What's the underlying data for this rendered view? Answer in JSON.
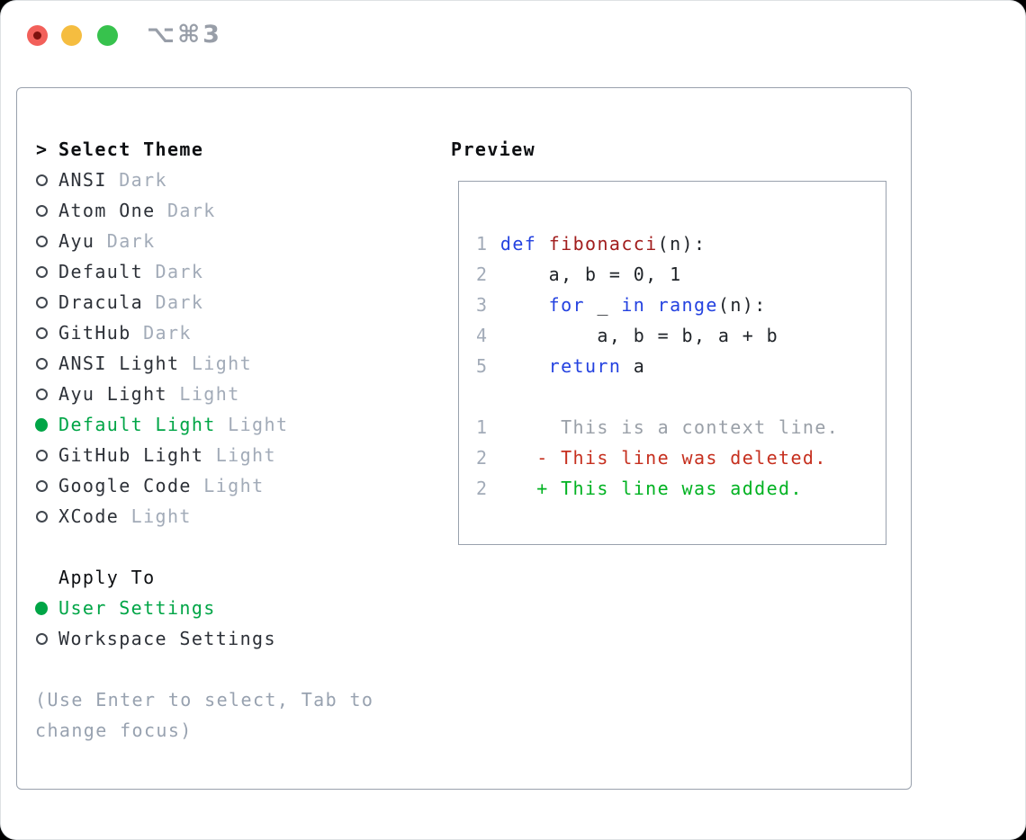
{
  "titlebar": {
    "shortcut": "⌥⌘3"
  },
  "theme_panel": {
    "header": {
      "prefix": ">",
      "label": "Select Theme"
    },
    "themes": [
      {
        "name": "ANSI",
        "variant": "Dark",
        "selected": false
      },
      {
        "name": "Atom One",
        "variant": "Dark",
        "selected": false
      },
      {
        "name": "Ayu",
        "variant": "Dark",
        "selected": false
      },
      {
        "name": "Default",
        "variant": "Dark",
        "selected": false
      },
      {
        "name": "Dracula",
        "variant": "Dark",
        "selected": false
      },
      {
        "name": "GitHub",
        "variant": "Dark",
        "selected": false
      },
      {
        "name": "ANSI Light",
        "variant": "Light",
        "selected": false
      },
      {
        "name": "Ayu Light",
        "variant": "Light",
        "selected": false
      },
      {
        "name": "Default Light",
        "variant": "Light",
        "selected": true
      },
      {
        "name": "GitHub Light",
        "variant": "Light",
        "selected": false
      },
      {
        "name": "Google Code",
        "variant": "Light",
        "selected": false
      },
      {
        "name": "XCode",
        "variant": "Light",
        "selected": false
      }
    ],
    "apply_to": {
      "label": "Apply To",
      "options": [
        {
          "name": "User Settings",
          "selected": true
        },
        {
          "name": "Workspace Settings",
          "selected": false
        }
      ]
    },
    "help": "(Use Enter to select, Tab to change focus)"
  },
  "preview": {
    "label": "Preview",
    "lines": [
      {
        "num": "1",
        "tokens": [
          {
            "t": " ",
            "c": "plain"
          },
          {
            "t": "def",
            "c": "kw"
          },
          {
            "t": " ",
            "c": "plain"
          },
          {
            "t": "fibonacci",
            "c": "fn"
          },
          {
            "t": "(n):",
            "c": "plain"
          }
        ]
      },
      {
        "num": "2",
        "tokens": [
          {
            "t": "     a, b = 0, 1",
            "c": "plain"
          }
        ]
      },
      {
        "num": "3",
        "tokens": [
          {
            "t": "     ",
            "c": "plain"
          },
          {
            "t": "for",
            "c": "kw"
          },
          {
            "t": " _ ",
            "c": "plain"
          },
          {
            "t": "in",
            "c": "kw"
          },
          {
            "t": " ",
            "c": "plain"
          },
          {
            "t": "range",
            "c": "kw"
          },
          {
            "t": "(n):",
            "c": "plain"
          }
        ]
      },
      {
        "num": "4",
        "tokens": [
          {
            "t": "         a, b = b, a + b",
            "c": "plain"
          }
        ]
      },
      {
        "num": "5",
        "tokens": [
          {
            "t": "     ",
            "c": "plain"
          },
          {
            "t": "return",
            "c": "kw"
          },
          {
            "t": " a",
            "c": "plain"
          }
        ]
      },
      {
        "num": "",
        "tokens": []
      },
      {
        "num": "1",
        "tokens": [
          {
            "t": "      This is a context line.",
            "c": "ctx"
          }
        ]
      },
      {
        "num": "2",
        "tokens": [
          {
            "t": "    - This line was deleted.",
            "c": "del"
          }
        ]
      },
      {
        "num": "2",
        "tokens": [
          {
            "t": "    + This line was added.",
            "c": "add"
          }
        ]
      }
    ]
  },
  "colors": {
    "accent_green": "#00a546",
    "added_green": "#00b221",
    "deleted_red": "#c6301f",
    "keyword_blue": "#2442e0",
    "function_red": "#a11d1d",
    "context_gray": "#9aa0a8",
    "muted_gray": "#a2abb8",
    "help_gray": "#98a2b0",
    "border_gray": "#99a1ad",
    "traffic_red": "#f2605a",
    "traffic_yellow": "#f5bd40",
    "traffic_green": "#37c24d"
  }
}
